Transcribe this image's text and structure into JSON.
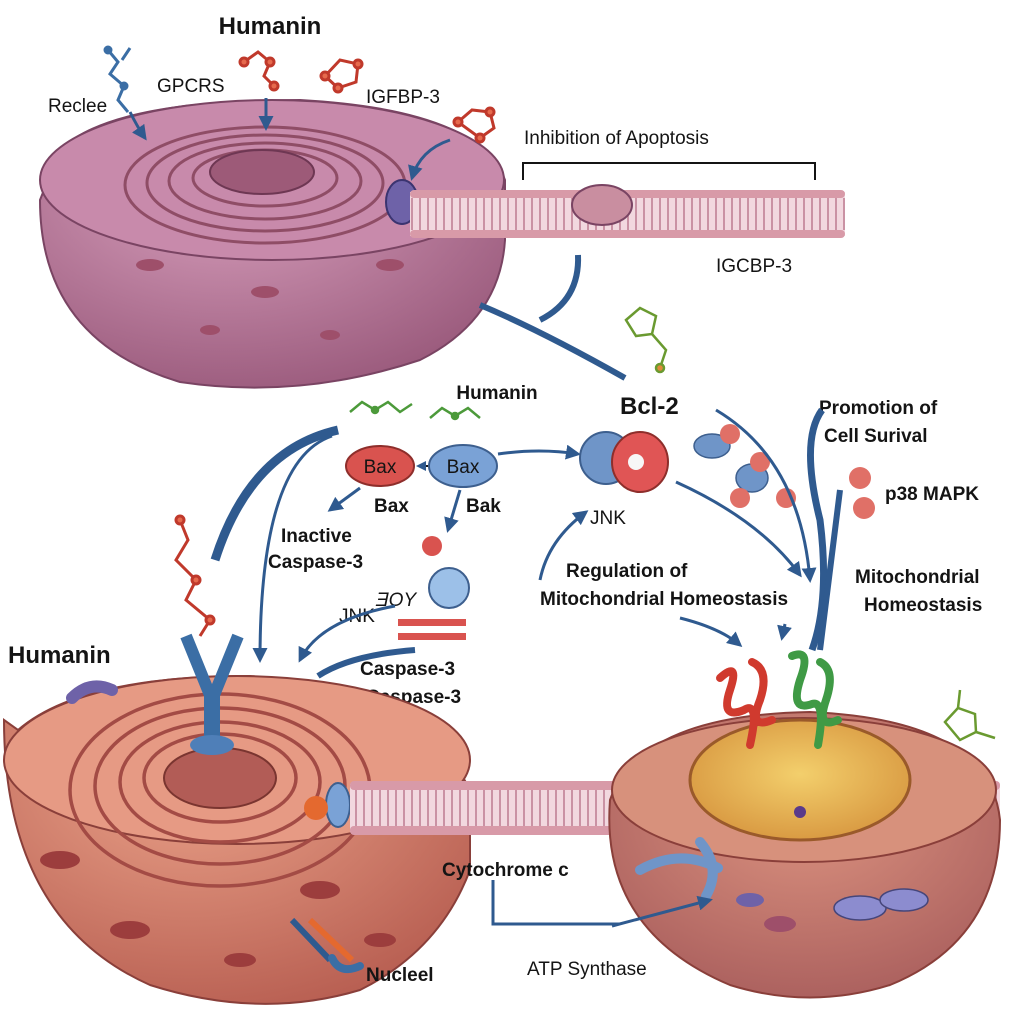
{
  "labels": {
    "humanin_top": "Humanin",
    "reclee": "Reclee",
    "gpcrs": "GPCRS",
    "igfbp3": "IGFBP-3",
    "inhibition_of_apoptosis": "Inhibition of Apoptosis",
    "igcbp3": "IGCBP-3",
    "humanin_center": "Humanin",
    "bcl2": "Bcl-2",
    "promotion_of_cell_survival_line1": "Promotion of",
    "promotion_of_cell_survival_line2": "Cell Surival",
    "bax_node": "Bax",
    "bax_node_2": "Bax",
    "bax_label": "Bax",
    "bak_label": "Bak",
    "jnk_right": "JNK",
    "p38_mapk": "p38 MAPK",
    "inactive_caspase_line1": "Inactive",
    "inactive_caspase_line2": "Caspase-3",
    "regulation_line1": "Regulation of",
    "regulation_line2": "Mitochondrial Homeostasis",
    "mito_homeostasis_line1": "Mitochondrial",
    "mito_homeostasis_line2": "Homeostasis",
    "jnk_left": "JNK",
    "jnk_scribble": "ƎOY",
    "caspase3_a": "Caspase-3",
    "caspase3_b": "Caspase-3",
    "humanin_left": "Humanin",
    "cytochrome_c": "Cytochrome c",
    "atp_synthase": "ATP Synthase",
    "nucleel": "Nucleel"
  },
  "colors": {
    "cell_top": "#b9789a",
    "cell_left": "#d9826e",
    "cell_right": "#c9806e",
    "arrow": "#2f5a8f",
    "bax_red": "#d9534f",
    "bax_blue": "#7aa2d6",
    "membrane": "#d89aa8",
    "nucleus_yellow": "#e9b75a",
    "helix_red": "#d03a2e",
    "helix_green": "#3f9a45"
  }
}
